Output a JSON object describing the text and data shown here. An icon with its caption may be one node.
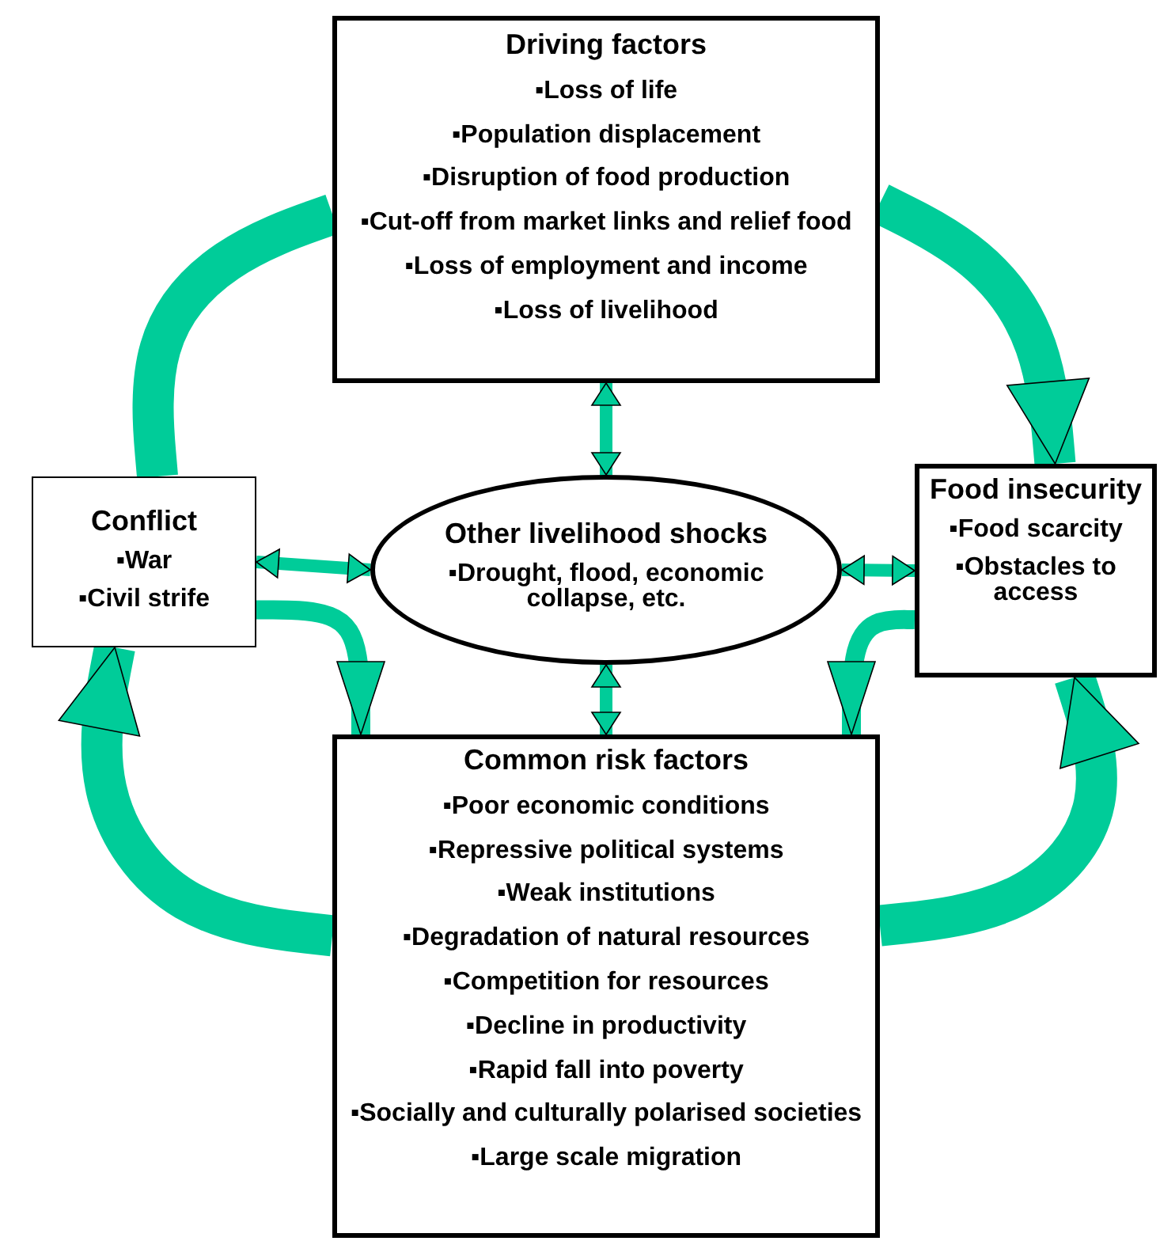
{
  "diagram": {
    "nodes": [
      {
        "text": [
          "Driving factors",
          "▪Loss of life",
          "▪Population displacement",
          "▪Disruption of food production",
          "▪Cut-off from market links and relief food",
          "▪Loss of employment and income",
          "▪Loss of livelihood"
        ]
      },
      {
        "text": [
          "Conflict",
          "▪War",
          "▪Civil strife"
        ]
      },
      {
        "text": [
          "Other livelihood shocks",
          "▪Drought, flood, economic collapse, etc."
        ]
      },
      {
        "text": [
          "Food insecurity",
          "▪Food scarcity",
          "▪Obstacles to access"
        ]
      },
      {
        "text": [
          "Common risk factors",
          "▪Poor economic conditions",
          "▪Repressive political systems",
          "▪Weak institutions",
          "▪Degradation of natural resources",
          "▪Competition for resources",
          "▪Decline in productivity",
          "▪Rapid fall into poverty",
          "▪Socially and culturally polarised societies",
          "▪Large scale migration"
        ]
      }
    ],
    "edges": [
      {
        "from": 1,
        "to": 0,
        "arrow": "none",
        "style": "thick"
      },
      {
        "from": 0,
        "to": 3,
        "arrow": "to",
        "style": "thick"
      },
      {
        "from": 4,
        "to": 1,
        "arrow": "to",
        "style": "thick"
      },
      {
        "from": 4,
        "to": 3,
        "arrow": "to",
        "style": "thick"
      },
      {
        "from": 1,
        "to": 4,
        "arrow": "to"
      },
      {
        "from": 3,
        "to": 4,
        "arrow": "to"
      },
      {
        "from": 0,
        "to": 2,
        "arrow": "both"
      },
      {
        "from": 2,
        "to": 4,
        "arrow": "both"
      },
      {
        "from": 1,
        "to": 2,
        "arrow": "both"
      },
      {
        "from": 2,
        "to": 3,
        "arrow": "both"
      }
    ]
  }
}
